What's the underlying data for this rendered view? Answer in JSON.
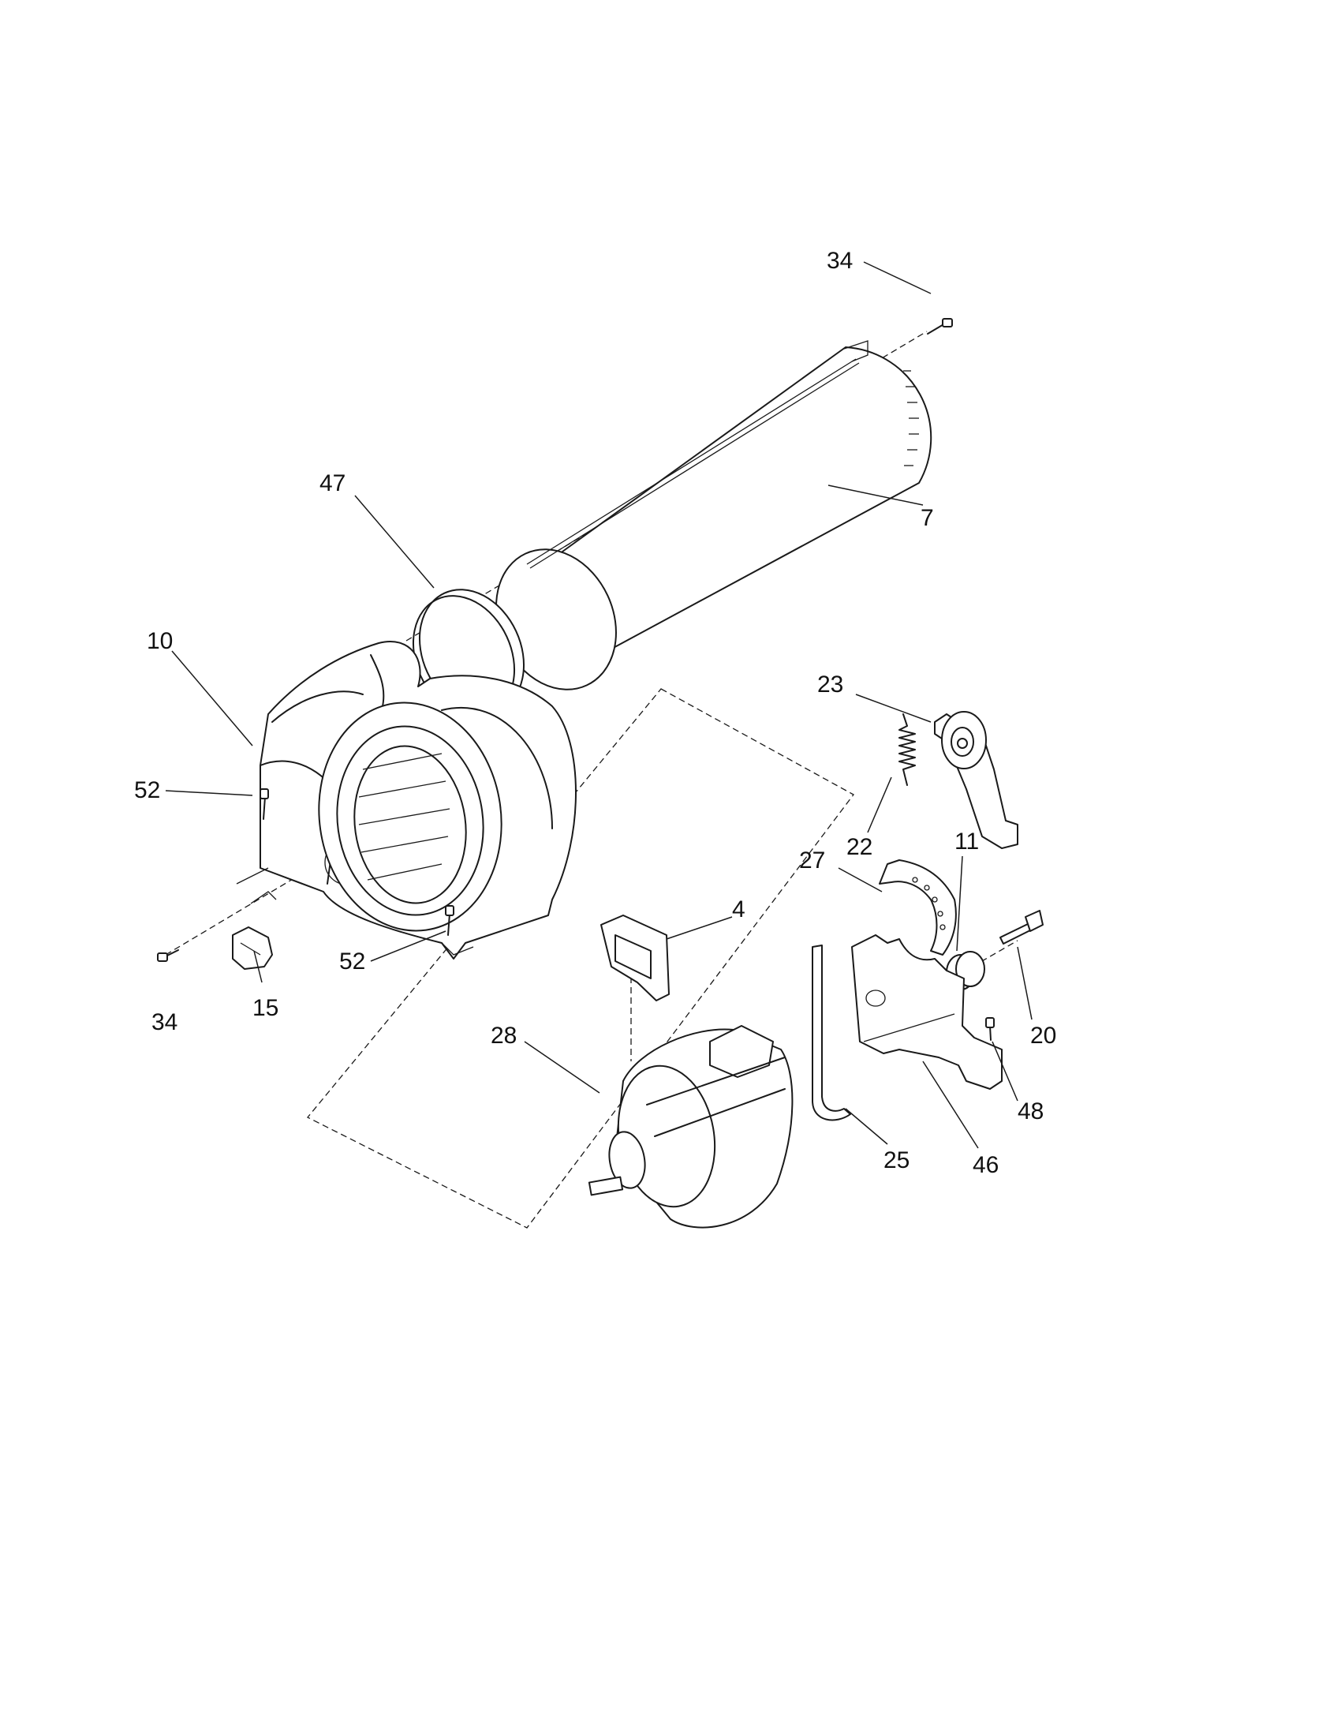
{
  "callouts": [
    {
      "id": "c34a",
      "label": "34"
    },
    {
      "id": "c47",
      "label": "47"
    },
    {
      "id": "c7",
      "label": "7"
    },
    {
      "id": "c10",
      "label": "10"
    },
    {
      "id": "c23",
      "label": "23"
    },
    {
      "id": "c52a",
      "label": "52"
    },
    {
      "id": "c22",
      "label": "22"
    },
    {
      "id": "c27",
      "label": "27"
    },
    {
      "id": "c11",
      "label": "11"
    },
    {
      "id": "c4",
      "label": "4"
    },
    {
      "id": "c52b",
      "label": "52"
    },
    {
      "id": "c34b",
      "label": "34"
    },
    {
      "id": "c15",
      "label": "15"
    },
    {
      "id": "c20",
      "label": "20"
    },
    {
      "id": "c28",
      "label": "28"
    },
    {
      "id": "c48",
      "label": "48"
    },
    {
      "id": "c25",
      "label": "25"
    },
    {
      "id": "c46",
      "label": "46"
    }
  ]
}
